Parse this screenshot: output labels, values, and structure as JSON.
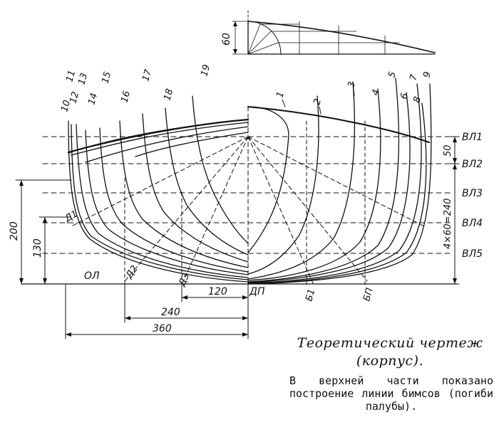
{
  "station_labels": [
    "1",
    "2",
    "3",
    "4",
    "5",
    "6",
    "7",
    "8",
    "9",
    "10",
    "11",
    "12",
    "13",
    "14",
    "15",
    "16",
    "17",
    "18",
    "19"
  ],
  "waterline_labels": [
    "ВЛ1",
    "ВЛ2",
    "ВЛ3",
    "ВЛ4",
    "ВЛ5"
  ],
  "diagonal_labels": [
    "Д1",
    "Д2",
    "Д3"
  ],
  "baseline_label": "ОЛ",
  "centerline_label": "ДП",
  "buttock_labels": [
    "Б1",
    "БП"
  ],
  "dimensions": {
    "beam_camber": "60",
    "dim_200": "200",
    "dim_130": "130",
    "dim_120": "120",
    "dim_240": "240",
    "dim_360": "360",
    "dim_50": "50",
    "dim_wl_spacing": "4×60=240"
  },
  "caption": {
    "title_line1": "Теоретический чертеж",
    "title_line2": "(корпус).",
    "text": "В верхней части показано построение линии бимсов (погиби палубы)."
  }
}
